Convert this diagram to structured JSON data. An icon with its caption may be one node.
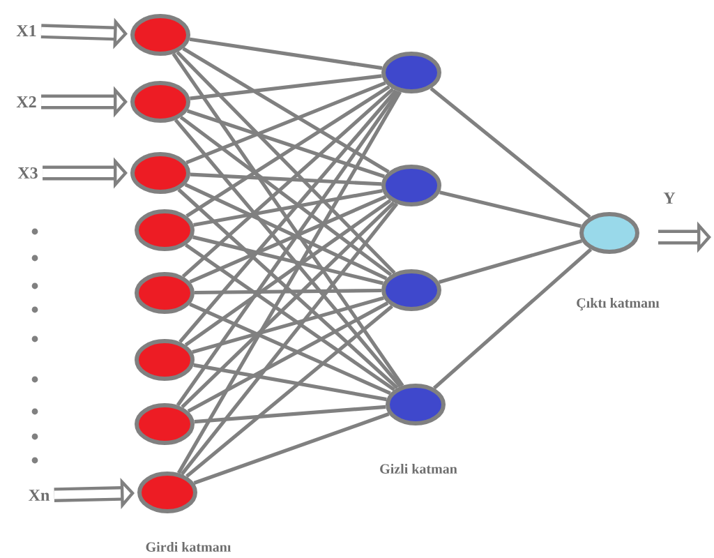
{
  "diagram": {
    "nodes": [
      {
        "text": [],
        "shape": "circle"
      },
      {
        "text": [],
        "shape": "circle"
      },
      {
        "text": [],
        "shape": "circle"
      },
      {
        "text": [],
        "shape": "circle"
      },
      {
        "text": [],
        "shape": "circle"
      },
      {
        "text": [],
        "shape": "circle"
      },
      {
        "text": [],
        "shape": "circle"
      },
      {
        "text": [],
        "shape": "circle"
      },
      {
        "text": [],
        "shape": "circle"
      },
      {
        "text": [],
        "shape": "circle"
      },
      {
        "text": [],
        "shape": "circle"
      },
      {
        "text": [],
        "shape": "circle"
      },
      {
        "text": [],
        "shape": "circle"
      },
      {
        "text": [
          "X1"
        ]
      },
      {
        "text": [
          "X2"
        ]
      },
      {
        "text": [
          "X3"
        ]
      },
      {
        "text": [
          "Xn"
        ]
      }
    ],
    "edges": [
      {
        "from": 13,
        "to": 0,
        "arrow": "to",
        "style": "thick"
      },
      {
        "from": 14,
        "to": 1,
        "arrow": "to",
        "style": "thick"
      },
      {
        "from": 15,
        "to": 2,
        "arrow": "to",
        "style": "thick"
      },
      {
        "from": 16,
        "to": 7,
        "arrow": "to",
        "style": "thick"
      },
      {
        "from": 0,
        "to": 8,
        "arrow": "none"
      },
      {
        "from": 0,
        "to": 9,
        "arrow": "none"
      },
      {
        "from": 0,
        "to": 10,
        "arrow": "none"
      },
      {
        "from": 0,
        "to": 11,
        "arrow": "none"
      },
      {
        "from": 1,
        "to": 8,
        "arrow": "none"
      },
      {
        "from": 1,
        "to": 9,
        "arrow": "none"
      },
      {
        "from": 1,
        "to": 10,
        "arrow": "none"
      },
      {
        "from": 1,
        "to": 11,
        "arrow": "none"
      },
      {
        "from": 2,
        "to": 8,
        "arrow": "none"
      },
      {
        "from": 2,
        "to": 9,
        "arrow": "none"
      },
      {
        "from": 2,
        "to": 10,
        "arrow": "none"
      },
      {
        "from": 2,
        "to": 11,
        "arrow": "none"
      },
      {
        "from": 3,
        "to": 8,
        "arrow": "none"
      },
      {
        "from": 3,
        "to": 9,
        "arrow": "none"
      },
      {
        "from": 3,
        "to": 10,
        "arrow": "none"
      },
      {
        "from": 3,
        "to": 11,
        "arrow": "none"
      },
      {
        "from": 4,
        "to": 8,
        "arrow": "none"
      },
      {
        "from": 4,
        "to": 9,
        "arrow": "none"
      },
      {
        "from": 4,
        "to": 10,
        "arrow": "none"
      },
      {
        "from": 4,
        "to": 11,
        "arrow": "none"
      },
      {
        "from": 5,
        "to": 8,
        "arrow": "none"
      },
      {
        "from": 5,
        "to": 9,
        "arrow": "none"
      },
      {
        "from": 5,
        "to": 10,
        "arrow": "none"
      },
      {
        "from": 5,
        "to": 11,
        "arrow": "none"
      },
      {
        "from": 6,
        "to": 8,
        "arrow": "none"
      },
      {
        "from": 6,
        "to": 9,
        "arrow": "none"
      },
      {
        "from": 6,
        "to": 10,
        "arrow": "none"
      },
      {
        "from": 6,
        "to": 11,
        "arrow": "none"
      },
      {
        "from": 7,
        "to": 8,
        "arrow": "none"
      },
      {
        "from": 7,
        "to": 9,
        "arrow": "none"
      },
      {
        "from": 7,
        "to": 10,
        "arrow": "none"
      },
      {
        "from": 7,
        "to": 11,
        "arrow": "none"
      },
      {
        "from": 8,
        "to": 12,
        "arrow": "none"
      },
      {
        "from": 9,
        "to": 12,
        "arrow": "none"
      },
      {
        "from": 10,
        "to": 12,
        "arrow": "none"
      },
      {
        "from": 11,
        "to": 12,
        "arrow": "none"
      },
      {
        "from": 12,
        "to": null,
        "arrow": "to",
        "style": "thick",
        "label": "Y"
      }
    ],
    "labels": [
      "Çıktı katmanı",
      "Gizli katman",
      "Girdi katmanı"
    ]
  }
}
